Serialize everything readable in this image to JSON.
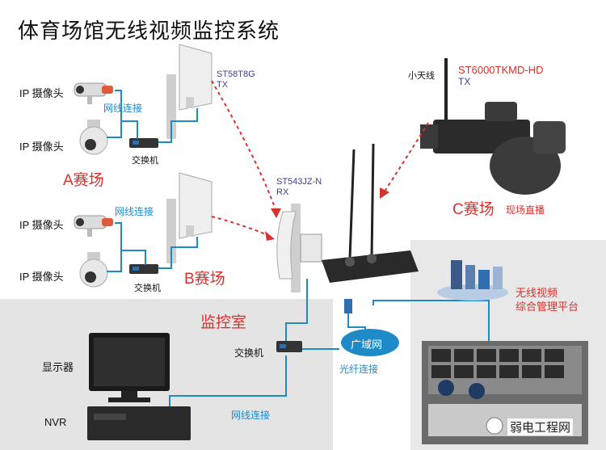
{
  "title": "体育场馆无线视频监控系统",
  "site_a": {
    "camera1": "IP 摄像头",
    "camera2": "IP 摄像头",
    "link": "网线连接",
    "switch": "交换机",
    "name": "A赛场",
    "tx_model": "ST58T8G",
    "tx_role": "TX"
  },
  "site_b": {
    "camera1": "IP 摄像头",
    "camera2": "IP 摄像头",
    "link": "网线连接",
    "switch": "交换机",
    "name": "B赛场"
  },
  "receiver": {
    "model": "ST543JZ-N",
    "role": "RX"
  },
  "site_c": {
    "antenna": "小天线",
    "model": "ST6000TKMD-HD",
    "role": "TX",
    "name": "C赛场",
    "subtitle": "现场直播"
  },
  "control_room": {
    "name": "监控室",
    "switch": "交换机",
    "monitor": "显示器",
    "nvr": "NVR",
    "link": "网线连接"
  },
  "wan": {
    "name": "广域网",
    "link": "光纤连接"
  },
  "platform": {
    "line1": "无线视频",
    "line2": "综合管理平台"
  },
  "watermark": "弱电工程网",
  "colors": {
    "link_blue": "#1f8ac8",
    "accent_red": "#d8322d",
    "gray_zone": "#e4e4e4"
  }
}
